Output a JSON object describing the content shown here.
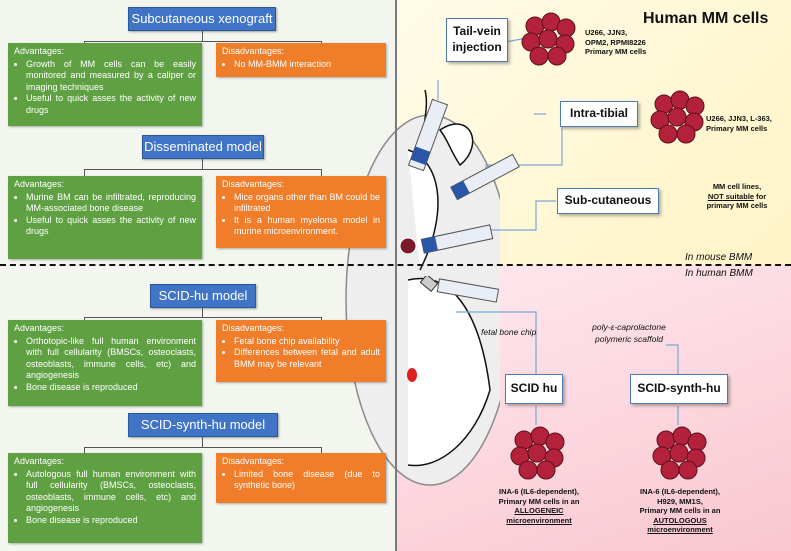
{
  "left": {
    "subcutaneous": {
      "title": "Subcutaneous xenograft",
      "adv_title": "Advantages:",
      "adv": [
        "Growth of MM cells can be easily monitored and measured by a caliper or imaging techniques",
        "Useful to quick asses the activity of new drugs"
      ],
      "dis_title": "Disadvantages:",
      "dis": [
        "No MM-BMM interaction"
      ]
    },
    "disseminated": {
      "title": "Disseminated model",
      "adv_title": "Advantages:",
      "adv": [
        "Murine BM can be infiltrated, reproducing MM-associated bone disease",
        "Useful to quick asses the activity of new drugs"
      ],
      "dis_title": "Disadvantages:",
      "dis": [
        "Mice organs other than BM could be infiltrated",
        "It is a human myeloma model in murine microenvironment."
      ]
    },
    "scidhu": {
      "title": "SCID-hu  model",
      "adv_title": "Advantages:",
      "adv": [
        "Orthotopic-like full human environment with full cellularity (BMSCs, osteoclasts, osteoblasts, immune cells, etc) and angiogenesis",
        "Bone disease is reproduced"
      ],
      "dis_title": "Disadvantages:",
      "dis": [
        "Fetal bone chip availability",
        "Differences between fetal and adult BMM may be relevant"
      ]
    },
    "scidsynth": {
      "title": "SCID-synth-hu model",
      "adv_title": "Advantages:",
      "adv": [
        "Autologous full human environment with full cellularity (BMSCs, osteoclasts, osteoblasts, immune cells, etc) and angiogenesis",
        "Bone disease is reproduced"
      ],
      "dis_title": "Disadvantages:",
      "dis": [
        "Limited bone disease (due to synthetic bone)"
      ]
    }
  },
  "right": {
    "title": "Human MM cells",
    "tail_vein": "Tail-vein injection",
    "tail_vein_cells": [
      "U266, JJN3,",
      "OPM2, RPMI8226",
      "Primary MM cells"
    ],
    "intra_tibial": "Intra-tibial",
    "intra_tibial_cells": [
      "U266, JJN3, L-363,",
      "Primary MM cells"
    ],
    "sub_cutaneous": "Sub-cutaneous",
    "sub_cutaneous_cells": [
      "MM cell lines,",
      "NOT suitable",
      " for",
      "primary MM cells"
    ],
    "in_mouse": "In mouse BMM",
    "in_human": "In human BMM",
    "fetal_bone_chip": "fetal bone chip",
    "scaffold_line1": "poly-ε-caprolactone",
    "scaffold_line2": "polymeric scaffold",
    "scid_hu": "SCID hu",
    "scid_synth_hu": "SCID-synth-hu",
    "scid_hu_cells": [
      "INA-6 (IL6-dependent),",
      "Primary MM cells in an",
      "ALLOGENEIC",
      "microenvironment"
    ],
    "scid_synth_cells": [
      "INA-6 (IL6-dependent),",
      "H929, MM1S,",
      "Primary MM cells in an",
      "AUTOLOGOUS",
      "microenvironment"
    ]
  },
  "colors": {
    "header_blue": "#3f74c6",
    "advantage_green": "#5fa042",
    "disadvantage_orange": "#ef7d2a",
    "cell_red": "#b3213a"
  }
}
